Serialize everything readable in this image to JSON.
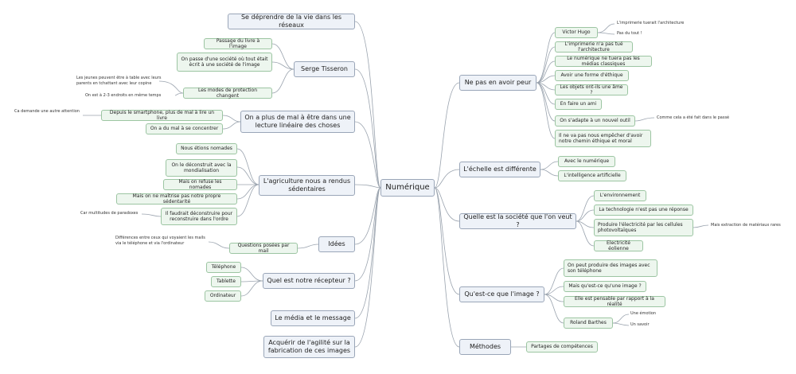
{
  "root": "Numérique",
  "left": {
    "se_deprendre": "Se déprendre de la vie dans les réseaux",
    "serge_tisseron": {
      "label": "Serge Tisseron",
      "children": [
        "Passage du livre à l'image",
        "On passe d'une société où tout était écrit à une société de l'image",
        "Les modes de protection changent"
      ],
      "notes": [
        "Les jeunes peuvent être à table avec leurs parents en tchattant avec leur copine",
        "On est à 2-3 endroits en même temps"
      ]
    },
    "lecture": {
      "label": "On a plus de mal à être dans une lecture linéaire des choses",
      "children": [
        "Depuis le smartphone, plus de mal à lire un livre",
        "On a du mal à se concentrer"
      ],
      "notes": [
        "Ca demande une autre attention"
      ]
    },
    "agriculture": {
      "label": "L'agriculture nous a rendus sédentaires",
      "children": [
        "Nous étions nomades",
        "On le déconstruit avec la mondialisation",
        "Mais on refuse les nomades",
        "Mais on ne maîtrise pas notre propre sédentarité",
        "Il faudrait déconstruire pour reconstruire dans l'ordre"
      ],
      "notes": [
        "Car multitudes de paradoxes"
      ]
    },
    "idees": {
      "label": "Idées",
      "children": [
        "Questions posées par mail"
      ],
      "notes": [
        "Différences entre ceux qui voyaient les mails via le téléphone et via l'ordinateur"
      ]
    },
    "recepteur": {
      "label": "Quel est notre récepteur ?",
      "children": [
        "Téléphone",
        "Tablette",
        "Ordinateur"
      ]
    },
    "media": "Le média et le message",
    "agilite": "Acquérir de l'agilité sur la fabrication de ces images"
  },
  "right": {
    "peur": {
      "label": "Ne pas en avoir peur",
      "victor_hugo": "Victor Hugo",
      "victor_notes": [
        "L'imprimerie tuerait l'architecture",
        "Pas du tout !"
      ],
      "children": [
        "L'imprimerie n'a pas tué l'architecture",
        "Le numérique ne tuera pas les médias classiques",
        "Avoir une forme d'éthique",
        "Les objets ont-ils une âme ?",
        "En faire un ami",
        "On s'adapte à un nouvel outil",
        "Il ne va pas nous empêcher d'avoir notre chemin éthique et moral"
      ],
      "notes": [
        "Comme cela a été fait dans le passé"
      ]
    },
    "echelle": {
      "label": "L'échelle est différente",
      "children": [
        "Avec le numérique",
        "L'intelligence artificielle"
      ]
    },
    "societe": {
      "label": "Quelle est la société que l'on veut ?",
      "children": [
        "L'environnement",
        "La technologie n'est pas une réponse",
        "Produire l'électricité par les cellules photovoltaïques",
        "Electricité éolienne"
      ],
      "notes": [
        "Mais extraction de matériaux rares"
      ]
    },
    "image": {
      "label": "Qu'est-ce que l'image ?",
      "children": [
        "On peut produire des images avec son téléphone",
        "Mais qu'est-ce qu'une image ?",
        "Elle est pensable par rapport à la réalité",
        "Roland Barthes"
      ],
      "notes": [
        "Une émotion",
        "Un savoir"
      ]
    },
    "methodes": {
      "label": "Méthodes",
      "children": [
        "Partages de compétences"
      ]
    }
  }
}
